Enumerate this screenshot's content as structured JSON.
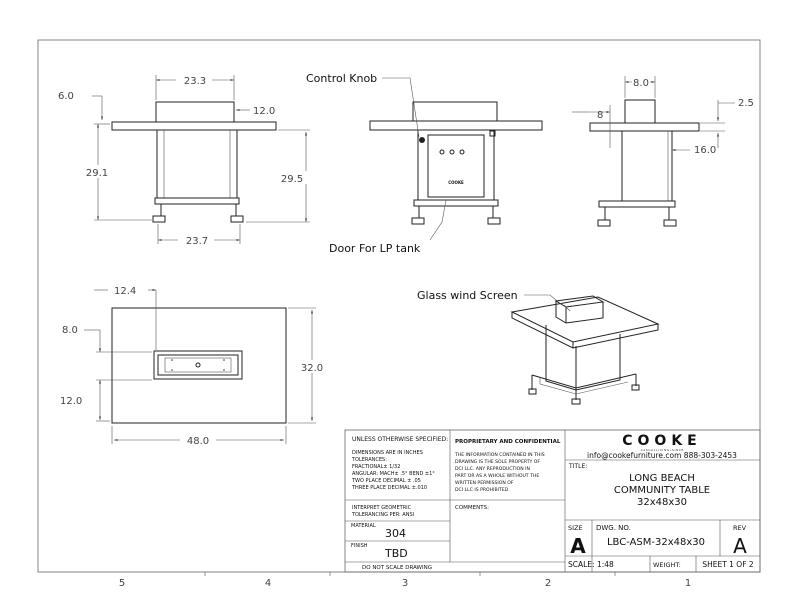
{
  "dimensions": {
    "front_top_width": "23.3",
    "front_top_thickness": "6.0",
    "front_top_offset": "12.0",
    "front_height_left": "29.1",
    "front_height_right": "29.5",
    "front_base_width": "23.7",
    "side_top_width": "8.0",
    "side_left": "8",
    "side_right": "2.5",
    "side_depth": "16.0",
    "top_offset_x": "12.4",
    "top_offset_y": "8.0",
    "top_offset_bottom": "12.0",
    "top_length": "48.0",
    "top_width": "32.0"
  },
  "callouts": {
    "control_knob": "Control Knob",
    "door": "Door For LP tank",
    "glass": "Glass wind Screen"
  },
  "door_label": "COOKE",
  "title_block": {
    "unless": "UNLESS OTHERWISE SPECIFIED:",
    "tol_lines": [
      "DIMENSIONS ARE IN INCHES",
      "TOLERANCES:",
      "FRACTIONAL± 1/32",
      "ANGULAR: MACH± .5° BEND ±1°",
      "TWO PLACE DECIMAL   ± .05",
      "THREE PLACE DECIMAL  ±.010"
    ],
    "geo_lines": [
      "INTERPRET GEOMETRIC",
      "TOLERANCING PER: ANSI"
    ],
    "material_label": "MATERIAL",
    "material": "304",
    "finish_label": "FINISH",
    "finish": "TBD",
    "no_scale": "DO NOT SCALE DRAWING",
    "prop_title": "PROPRIETARY AND CONFIDENTIAL",
    "prop_lines": [
      "THE INFORMATION CONTAINED IN THIS",
      "DRAWING IS THE SOLE PROPERTY OF",
      "DCI LLC.  ANY REPRODUCTION IN",
      "PART OR AS A WHOLE WITHOUT THE",
      "WRITTEN PERMISSION OF",
      "DCI LLC IS PROHIBITED."
    ],
    "comments": "COMMENTS:",
    "logo": "COOKE",
    "logo_sub": "C A S U A L   L I V I N G   •   S I N C E",
    "contact": "info@cookefurniture.com 888-303-2453",
    "title_label": "TITLE:",
    "title_lines": [
      "LONG BEACH",
      "COMMUNITY TABLE",
      "32x48x30"
    ],
    "size_label": "SIZE",
    "size": "A",
    "dwg_label": "DWG.  NO.",
    "dwg_no": "LBC-ASM-32x48x30",
    "rev_label": "REV",
    "rev": "A",
    "scale": "SCALE: 1:48",
    "weight": "WEIGHT:",
    "sheet": "SHEET 1 OF 2"
  },
  "zones": [
    "5",
    "4",
    "3",
    "2",
    "1"
  ]
}
